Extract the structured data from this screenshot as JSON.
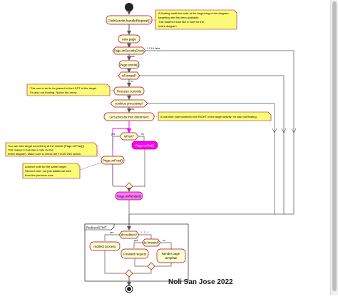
{
  "diagram": {
    "activities": {
      "click_servlet": "ClickServlet.handleRequest()",
      "new_page": "new page",
      "security_check": "Page.onSecurityCheck",
      "on_init": "Page.onInit()",
      "process_controls": "Process controls",
      "on_post": "Page.onPost()",
      "on_get": "Page.onGet()",
      "on_render": "Page.onRender()",
      "redirect_process": "redirect process",
      "forward_request": "Forward request",
      "render_template_1": "Render page",
      "render_template_2": "template"
    },
    "conditions": {
      "is_forward": "isForward?",
      "continue_processing": "continue processing?",
      "is_post": "isPost?",
      "do_redirect": "do redirect?",
      "do_forward": "do forward?"
    },
    "edge_labels": {
      "true": "true",
      "false": "false",
      "yes": "yes",
      "no": "no",
      "false_detail": "1.2.1/1 false",
      "no_detail": "1 - 2 - 1"
    },
    "notes": {
      "floating_top": [
        "A floating multi-line note at the beginning of the diagram",
        "targetting the first item available",
        "This makes it look like a note for the",
        "entire diagram"
      ],
      "left_of_process": [
        "This one is set to be placed to the LEFT of the target",
        "It's also not floating. Notice the arrow."
      ],
      "right_oneliner": "A one-liner note located to the RIGHT of the target activity. It's also not floating.",
      "middle_left": [
        "You can also target something at the middle (Page.onPost())",
        "This makes it look like a note for the",
        "entire diagram. Make sure to check the FLOATING option."
      ],
      "another_note": [
        "Another note for the same target.",
        "Second note, not just additional lines",
        "from the previous note"
      ]
    },
    "partition": "RedirectSTMT",
    "watermark": "Noli San Jose 2022"
  },
  "colors": {
    "activity_fill": "#fefece",
    "activity_stroke": "#a80036",
    "note_fill": "#fbfb77",
    "magenta": "#ff00ff",
    "pink_fill": "#ff77ff",
    "line": "#555555",
    "partition_stroke": "#000000"
  }
}
